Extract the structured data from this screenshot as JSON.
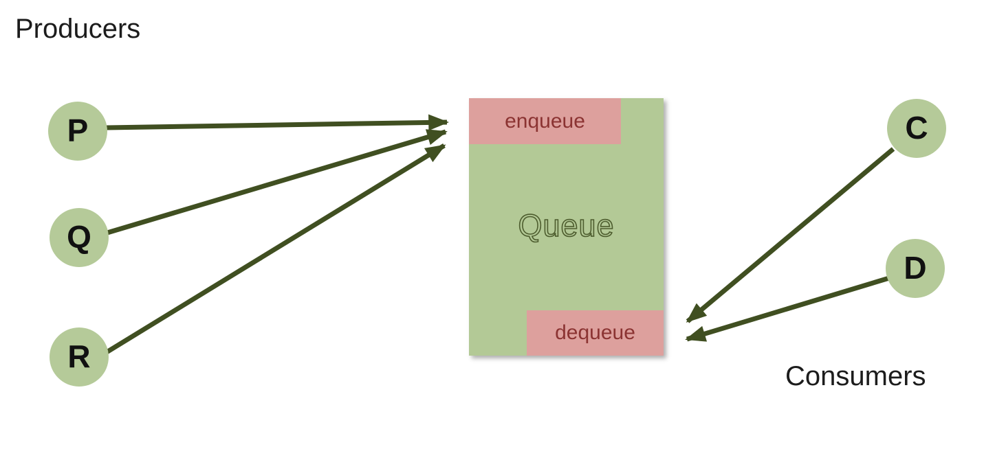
{
  "labels": {
    "producers": "Producers",
    "consumers": "Consumers"
  },
  "queue": {
    "title": "Queue",
    "enqueue_label": "enqueue",
    "dequeue_label": "dequeue"
  },
  "nodes": {
    "p": {
      "label": "P",
      "role": "producer"
    },
    "q": {
      "label": "Q",
      "role": "producer"
    },
    "r": {
      "label": "R",
      "role": "producer"
    },
    "c": {
      "label": "C",
      "role": "consumer"
    },
    "d": {
      "label": "D",
      "role": "consumer"
    }
  },
  "edges": [
    {
      "from": "P",
      "to": "enqueue"
    },
    {
      "from": "Q",
      "to": "enqueue"
    },
    {
      "from": "R",
      "to": "enqueue"
    },
    {
      "from": "C",
      "to": "dequeue"
    },
    {
      "from": "D",
      "to": "dequeue"
    }
  ],
  "colors": {
    "node_fill": "#b5ca99",
    "queue_fill": "#b3c996",
    "port_fill": "#dda09d",
    "port_text": "#8b3332",
    "arrow": "#404f21",
    "queue_title_outline": "#4d5c2e",
    "label_text": "#1c1c1c"
  }
}
